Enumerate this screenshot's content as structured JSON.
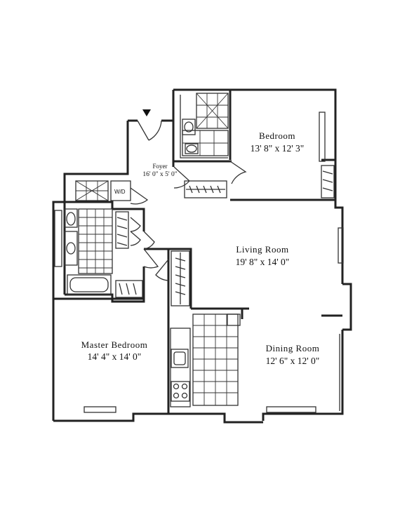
{
  "rooms": {
    "bedroom": {
      "name": "Bedroom",
      "dimensions": "13' 8\" x 12' 3\""
    },
    "foyer": {
      "name": "Foyer",
      "dimensions": "16' 0\" x 5' 0\""
    },
    "living_room": {
      "name": "Living Room",
      "dimensions": "19' 8\" x 14' 0\""
    },
    "master_bedroom": {
      "name": "Master Bedroom",
      "dimensions": "14' 4\" x 14' 0\""
    },
    "dining_room": {
      "name": "Dining Room",
      "dimensions": "12' 6\" x 12' 0\""
    }
  },
  "labels": {
    "washer_dryer": "W/D"
  },
  "icons": {
    "entry": "entry-arrow-icon"
  }
}
